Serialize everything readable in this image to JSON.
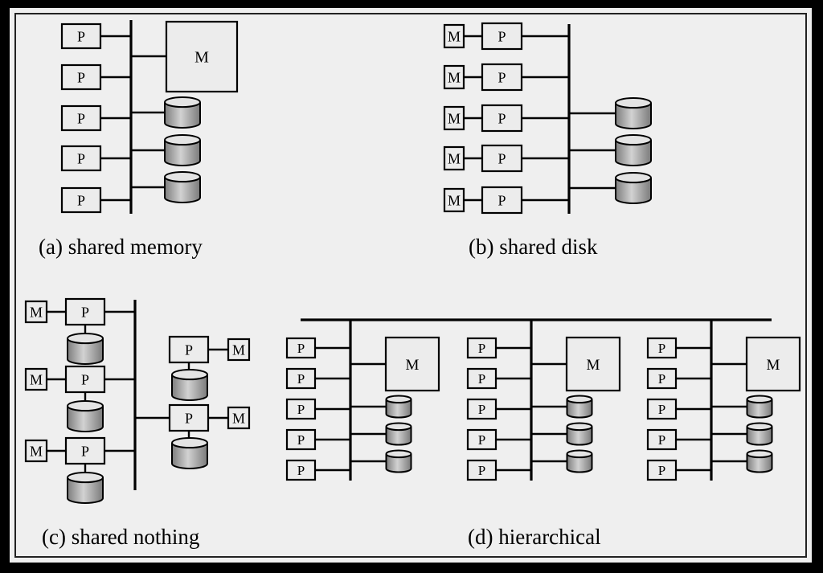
{
  "labels": {
    "processor": "P",
    "memory": "M"
  },
  "captions": {
    "a": "(a) shared memory",
    "b": "(b) shared disk",
    "c": "(c) shared nothing",
    "d": "(d) hierarchical"
  },
  "colors": {
    "background": "#efefef",
    "box_fill": "#ececec",
    "line": "#000000"
  }
}
